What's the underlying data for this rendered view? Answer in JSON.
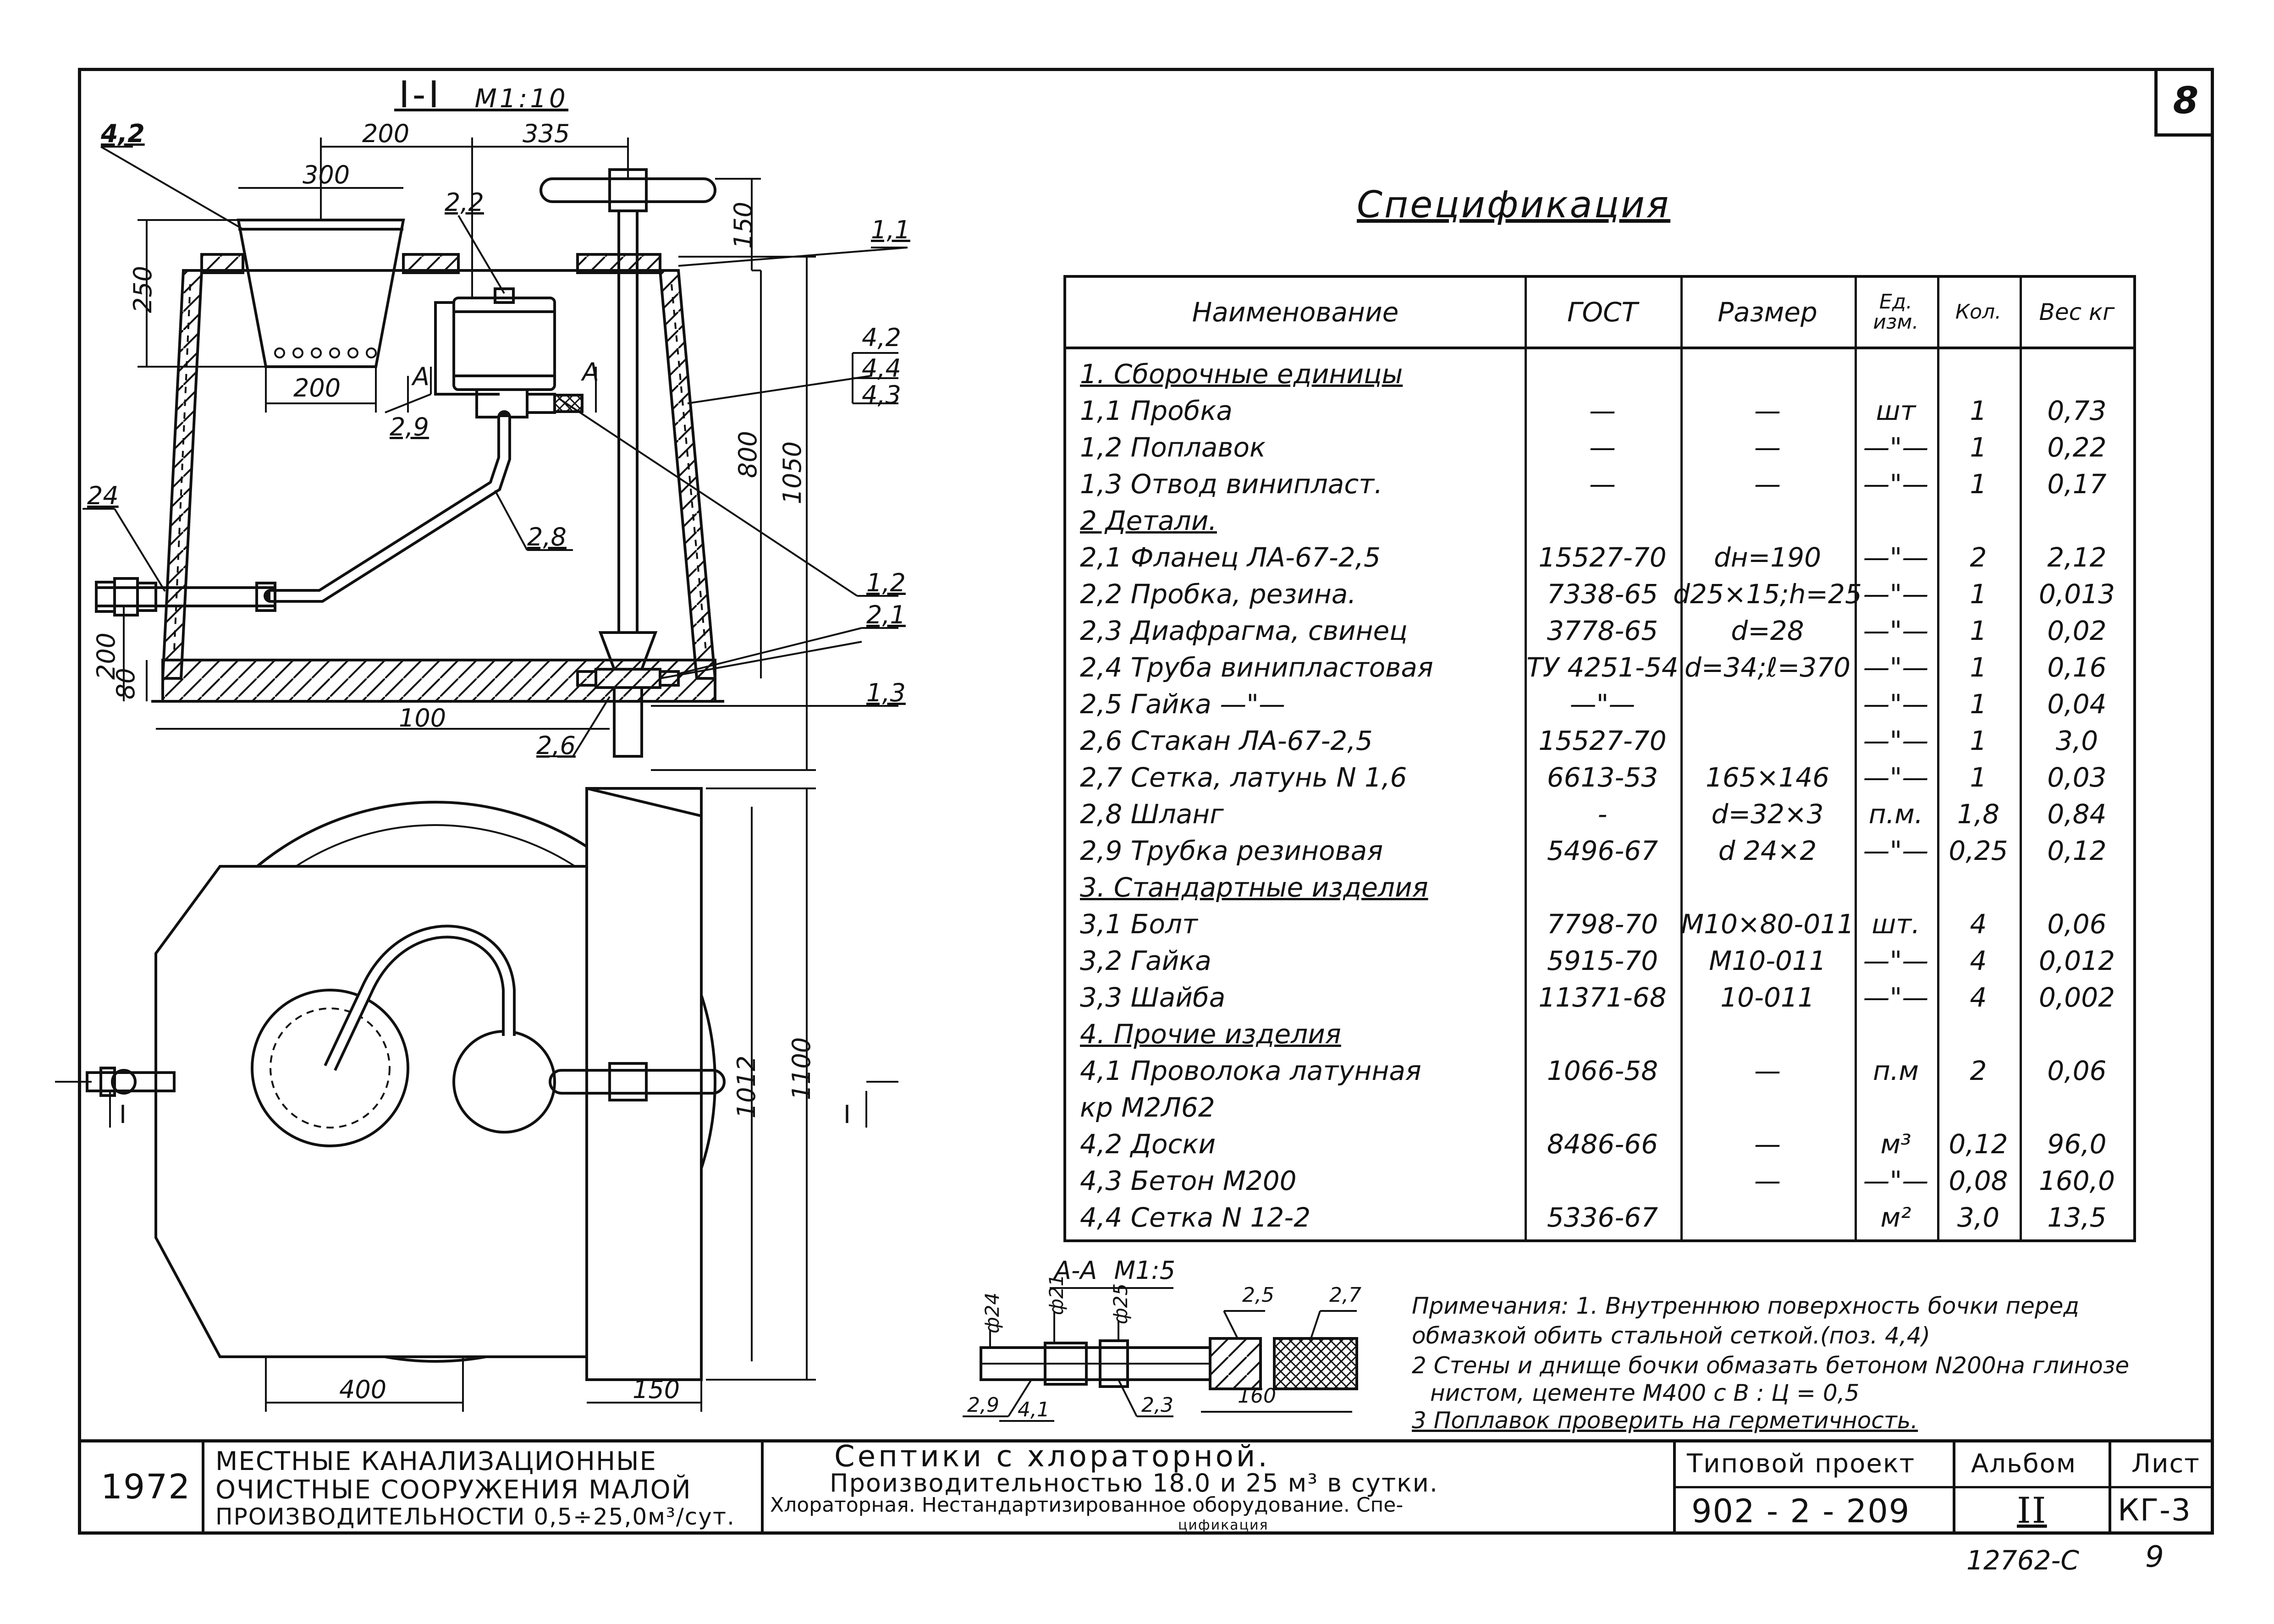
{
  "sheet_number": "8",
  "section": {
    "title": "I-I",
    "scale": "М1:10"
  },
  "section_aa": {
    "title": "А-А",
    "scale": "М1:5"
  },
  "spec_title": "Спецификация",
  "spec_headers": [
    "Наименование",
    "ГОСТ",
    "Размер",
    "Ед. изм.",
    "Кол.",
    "Вес кг"
  ],
  "spec_rows": [
    {
      "type": "section",
      "name": "1.  Сборочные единицы"
    },
    {
      "name": "1,1  Пробка",
      "gost": "—",
      "size": "—",
      "unit": "шт",
      "qty": "1",
      "weight": "0,73"
    },
    {
      "name": "1,2  Поплавок",
      "gost": "—",
      "size": "—",
      "unit": "—\"—",
      "qty": "1",
      "weight": "0,22"
    },
    {
      "name": "1,3  Отвод   винипласт.",
      "gost": "—",
      "size": "—",
      "unit": "—\"—",
      "qty": "1",
      "weight": "0,17"
    },
    {
      "type": "section",
      "name": "2   Детали."
    },
    {
      "name": "2,1  Фланец        ЛА-67-2,5",
      "gost": "15527-70",
      "size": "dн=190",
      "unit": "—\"—",
      "qty": "2",
      "weight": "2,12"
    },
    {
      "name": "2,2  Пробка, резина.",
      "gost": "7338-65",
      "size": "d25×15;h=25",
      "unit": "—\"—",
      "qty": "1",
      "weight": "0,013"
    },
    {
      "name": "2,3  Диафрагма, свинец",
      "gost": "3778-65",
      "size": "d=28",
      "unit": "—\"—",
      "qty": "1",
      "weight": "0,02"
    },
    {
      "name": "2,4  Труба   винипластовая",
      "gost": "ТУ 4251-54",
      "size": "d=34;ℓ=370",
      "unit": "—\"—",
      "qty": "1",
      "weight": "0,16"
    },
    {
      "name": "2,5  Гайка       —\"—",
      "gost": "—\"—",
      "size": "",
      "unit": "—\"—",
      "qty": "1",
      "weight": "0,04"
    },
    {
      "name": "2,6  Стакан      ЛА-67-2,5",
      "gost": "15527-70",
      "size": "",
      "unit": "—\"—",
      "qty": "1",
      "weight": "3,0"
    },
    {
      "name": "2,7  Сетка, латунь  N 1,6",
      "gost": "6613-53",
      "size": "165×146",
      "unit": "—\"—",
      "qty": "1",
      "weight": "0,03"
    },
    {
      "name": "2,8  Шланг",
      "gost": "-",
      "size": "d=32×3",
      "unit": "п.м.",
      "qty": "1,8",
      "weight": "0,84"
    },
    {
      "name": "2,9  Трубка резиновая",
      "gost": "5496-67",
      "size": "d 24×2",
      "unit": "—\"—",
      "qty": "0,25",
      "weight": "0,12"
    },
    {
      "type": "section",
      "name": "3. Стандартные изделия"
    },
    {
      "name": "3,1  Болт",
      "gost": "7798-70",
      "size": "М10×80-011",
      "unit": "шт.",
      "qty": "4",
      "weight": "0,06"
    },
    {
      "name": "3,2  Гайка",
      "gost": "5915-70",
      "size": "М10-011",
      "unit": "—\"—",
      "qty": "4",
      "weight": "0,012"
    },
    {
      "name": "3,3  Шайба",
      "gost": "11371-68",
      "size": "10-011",
      "unit": "—\"—",
      "qty": "4",
      "weight": "0,002"
    },
    {
      "type": "section",
      "name": "4.  Прочие изделия"
    },
    {
      "name": "4,1  Проволока латунная",
      "gost": "1066-58",
      "size": "—",
      "unit": "п.м",
      "qty": "2",
      "weight": "0,06"
    },
    {
      "name": "         кр М2Л62",
      "gost": "",
      "size": "",
      "unit": "",
      "qty": "",
      "weight": ""
    },
    {
      "name": "4,2  Доски",
      "gost": "8486-66",
      "size": "—",
      "unit": "м³",
      "qty": "0,12",
      "weight": "96,0"
    },
    {
      "name": "4,3  Бетон     М200",
      "gost": "",
      "size": "—",
      "unit": "—\"—",
      "qty": "0,08",
      "weight": "160,0"
    },
    {
      "name": "4,4  Сетка     N 12-2",
      "gost": "5336-67",
      "size": "",
      "unit": "м²",
      "qty": "3,0",
      "weight": "13,5"
    }
  ],
  "notes": [
    "Примечания: 1. Внутреннюю поверхность бочки перед",
    "обмазкой обить стальной сеткой.(поз. 4,4)",
    "2 Стены и днище бочки обмазать бетоном N200на глинозе",
    "нистом, цементе М400 с В : Ц = 0,5",
    "3  Поплавок проверить на герметичность."
  ],
  "dims": {
    "d200a": "200",
    "d335": "335",
    "d300": "300",
    "d250": "250",
    "d200b": "200",
    "d150": "150",
    "d800": "800",
    "d1050": "1050",
    "d200c": "200",
    "d80": "80",
    "d100": "100",
    "d1012": "1012",
    "d1100": "1100",
    "d400": "400",
    "d150b": "150",
    "d160": "160",
    "p24": "ф24",
    "p21": "ф21",
    "p25": "ф25"
  },
  "callouts": {
    "c42a": "4,2",
    "c22": "2,2",
    "c11": "1,1",
    "c42": "4,2",
    "c44": "4,4",
    "c43": "4,3",
    "c29": "2,9",
    "cA1": "А",
    "cA2": "А",
    "c24": "24",
    "c28": "2,8",
    "c12": "1,2",
    "c21": "2,1",
    "c13": "1,3",
    "c26": "2,6",
    "cI1": "I",
    "cI2": "I",
    "s29": "2,9",
    "s41": "4,1",
    "s23": "2,3",
    "s25": "2,5",
    "s27": "2,7"
  },
  "title_block": {
    "year": "1972",
    "org_line1": "МЕСТНЫЕ КАНАЛИЗАЦИОННЫЕ",
    "org_line2": "ОЧИСТНЫЕ СООРУЖЕНИЯ МАЛОЙ",
    "org_line3": "ПРОИЗВОДИТЕЛЬНОСТИ 0,5÷25,0м³/сут.",
    "title_line1": "Септики  с  хлораторной.",
    "title_line2": "Производительностью 18.0 и 25 м³ в сутки.",
    "title_line3": "Хлораторная. Нестандартизированное оборудование. Спе-",
    "title_line4": "цификация",
    "proj_label": "Типовой проект",
    "proj_value": "902 - 2 - 209",
    "album_label": "Альбом",
    "album_value": "II",
    "sheet_label": "Лист",
    "sheet_value": "КГ-3"
  },
  "footer_code": "12762-С",
  "footer_page": "9"
}
